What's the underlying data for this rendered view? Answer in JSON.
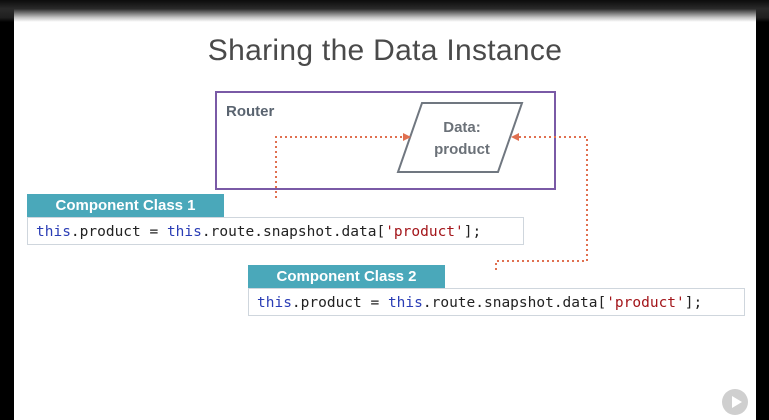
{
  "slide": {
    "title": "Sharing the Data Instance",
    "router_label": "Router",
    "data_box": {
      "line1": "Data:",
      "line2": "product"
    },
    "components": [
      {
        "label": "Component Class 1",
        "code": {
          "kw1": "this",
          "t1": ".product = ",
          "kw2": "this",
          "t2": ".route.snapshot.data[",
          "str": "'product'",
          "t3": "];"
        }
      },
      {
        "label": "Component Class 2",
        "code": {
          "kw1": "this",
          "t1": ".product = ",
          "kw2": "this",
          "t2": ".route.snapshot.data[",
          "str": "'product'",
          "t3": "];"
        }
      }
    ]
  },
  "colors": {
    "router_border": "#7a5aa6",
    "component_label_bg": "#4aa8ba",
    "arrow": "#e07050",
    "keyword": "#2a3db5",
    "string": "#a3151a"
  },
  "icons": {
    "player": "play-icon"
  }
}
